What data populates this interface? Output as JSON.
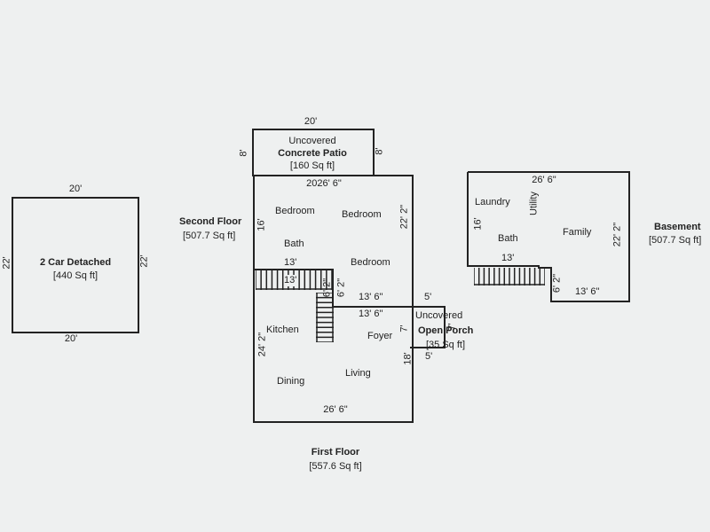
{
  "garage": {
    "label": "2 Car Detached",
    "area": "[440 Sq ft]",
    "dim_top": "20'",
    "dim_bottom": "20'",
    "dim_left": "22'",
    "dim_right": "22'"
  },
  "patio": {
    "line1": "Uncovered",
    "line2": "Concrete Patio",
    "area": "[160 Sq ft]",
    "dim_top": "20'",
    "dim_left": "8'",
    "dim_right": "8'"
  },
  "second_floor": {
    "title": "Second Floor",
    "area": "[507.7 Sq ft]",
    "dim_top": "2026' 6\"",
    "dim_left": "16'",
    "dim_right": "22' 2\"",
    "dim_13a": "13'",
    "dim_13b": "13'",
    "dim_62": "6' 2\"",
    "dim_62v": "6' 2\"",
    "dim_136": "13' 6\"",
    "bedroom1": "Bedroom",
    "bedroom2": "Bedroom",
    "bedroom3": "Bedroom",
    "bath": "Bath"
  },
  "first_floor": {
    "title": "First Floor",
    "area": "[557.6 Sq ft]",
    "dim_136": "13' 6\"",
    "dim_left": "24' 2\"",
    "dim_7": "7'",
    "dim_18": "18'",
    "dim_bottom": "26' 6\"",
    "kitchen": "Kitchen",
    "foyer": "Foyer",
    "dining": "Dining",
    "living": "Living"
  },
  "porch": {
    "line1": "Uncovered",
    "line2": "Open Porch",
    "area": "[35 Sq ft]",
    "dim_top": "5'",
    "dim_bottom": "5'",
    "dim_right": "7'"
  },
  "basement": {
    "title": "Basement",
    "area": "[507.7 Sq ft]",
    "dim_top": "26' 6\"",
    "dim_left": "16'",
    "dim_right": "22' 2\"",
    "dim_13": "13'",
    "dim_62": "6' 2\"",
    "dim_136": "13' 6\"",
    "laundry": "Laundry",
    "utility": "Utility",
    "bath": "Bath",
    "family": "Family"
  }
}
